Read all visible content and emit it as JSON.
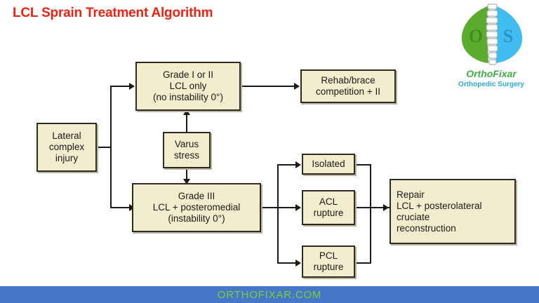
{
  "title": "LCL Sprain Treatment Algorithm",
  "logo": {
    "brand": "OrthoFixar",
    "tagline": "Orthopedic Surgery",
    "leaf_green": "#5aab2e",
    "leaf_blue": "#3fbdf0"
  },
  "colors": {
    "title": "#ee2211",
    "node_fill": "#f2edcf",
    "node_border": "#2f2a22",
    "footer_bg": "#4477c8",
    "footer_text": "#77d030"
  },
  "nodes": {
    "lateral_complex_injury": "Lateral\ncomplex\ninjury",
    "grade_1_2": "Grade I or II\nLCL only\n(no instability 0°)",
    "varus_stress": "Varus\nstress",
    "grade_3": "Grade III\nLCL + posteromedial\n(instability 0°)",
    "rehab_brace": "Rehab/brace\ncompetition + II",
    "isolated": "Isolated",
    "acl_rupture": "ACL\nrupture",
    "pcl_rupture": "PCL\nrupture",
    "repair": "Repair\nLCL + posterolateral\ncruciate\nreconstruction"
  },
  "footer": {
    "url": "ORTHOFIXAR.COM"
  }
}
